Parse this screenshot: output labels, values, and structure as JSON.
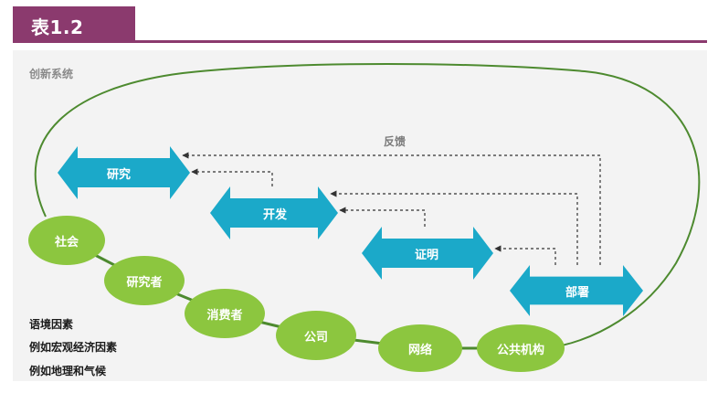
{
  "header": {
    "title": "表1.2"
  },
  "diagram": {
    "system_label": "创新系统",
    "feedback_label": "反馈",
    "stages": [
      {
        "label": "研究"
      },
      {
        "label": "开发"
      },
      {
        "label": "证明"
      },
      {
        "label": "部署"
      }
    ],
    "actors": [
      {
        "label": "社会"
      },
      {
        "label": "研究者"
      },
      {
        "label": "消费者"
      },
      {
        "label": "公司"
      },
      {
        "label": "网络"
      },
      {
        "label": "公共机构"
      }
    ],
    "context_lines": [
      "语境因素",
      "例如宏观经济因素",
      "例如地理和气候"
    ]
  },
  "colors": {
    "accent": "#8b3a6e",
    "arrow": "#1ba9c9",
    "oval": "#8cc63f",
    "loop": "#4d8a2f",
    "panel": "#f3f3f3"
  }
}
